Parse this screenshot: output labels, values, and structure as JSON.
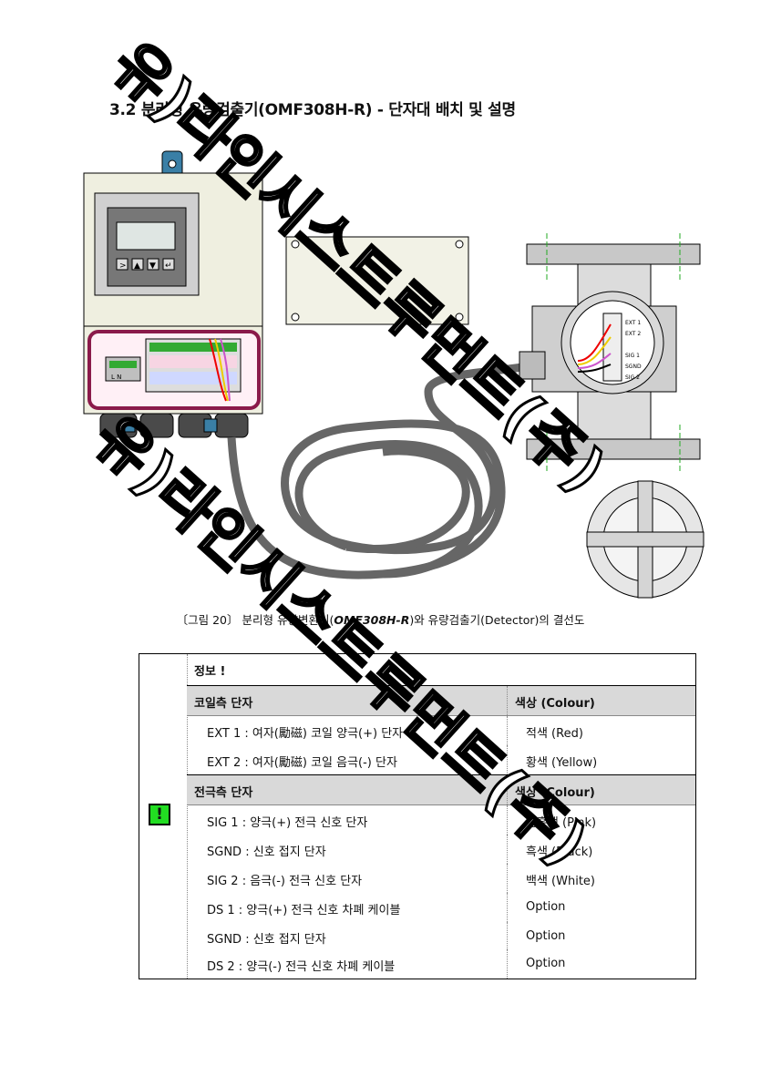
{
  "section_title": "3.2 분리형 유량검출기(OMF308H-R) - 단자대 배치 및 설명",
  "caption": {
    "prefix": "〔그림 20〕 분리형 유량변환기(",
    "model": "OMF308H-R",
    "suffix": ")와 유량검출기(Detector)의 결선도"
  },
  "figure": {
    "converter_buttons": [
      ">",
      "▲",
      "▼",
      "↵"
    ],
    "power_terminal_label": "L N",
    "detector_terminal_labels": [
      "EXT 1",
      "EXT 2",
      "SIG 1",
      "SGND",
      "SIG 2"
    ]
  },
  "info": {
    "heading": "정보 !",
    "icon": "!",
    "coil_header": {
      "name": "코일측 단자",
      "colour": "색상 (Colour)"
    },
    "coil_rows": [
      {
        "name": "EXT 1 : 여자(勵磁) 코일 양극(+) 단자",
        "colour": "적색 (Red)"
      },
      {
        "name": "EXT 2 : 여자(勵磁) 코일 음극(-) 단자",
        "colour": "황색 (Yellow)"
      }
    ],
    "electrode_header": {
      "name": "전극측 단자",
      "colour": "색상 (Colour)"
    },
    "electrode_rows": [
      {
        "name": "SIG 1 : 양극(+) 전극 신호 단자",
        "colour": "분홍색 (Pink)"
      },
      {
        "name": "SGND : 신호 접지 단자",
        "colour": "흑색 (Black)"
      },
      {
        "name": "SIG 2 : 음극(-) 전극 신호 단자",
        "colour": "백색 (White)"
      },
      {
        "name": "DS 1 : 양극(+) 전극 신호 차폐 케이블",
        "colour": "Option"
      },
      {
        "name": "SGND : 신호 접지 단자",
        "colour": "Option"
      },
      {
        "name": "DS 2 : 양극(-) 전극 신호 차폐 케이블",
        "colour": "Option"
      }
    ]
  },
  "watermark": [
    "유)라인시스트루먼트(주)",
    "유)라인시스트루먼트(주)"
  ],
  "colors": {
    "icon_green": "#22dd22",
    "header_gray": "#d9d9d9",
    "terminal_green": "#33aa33",
    "box_frame": "#8a1a4a"
  }
}
